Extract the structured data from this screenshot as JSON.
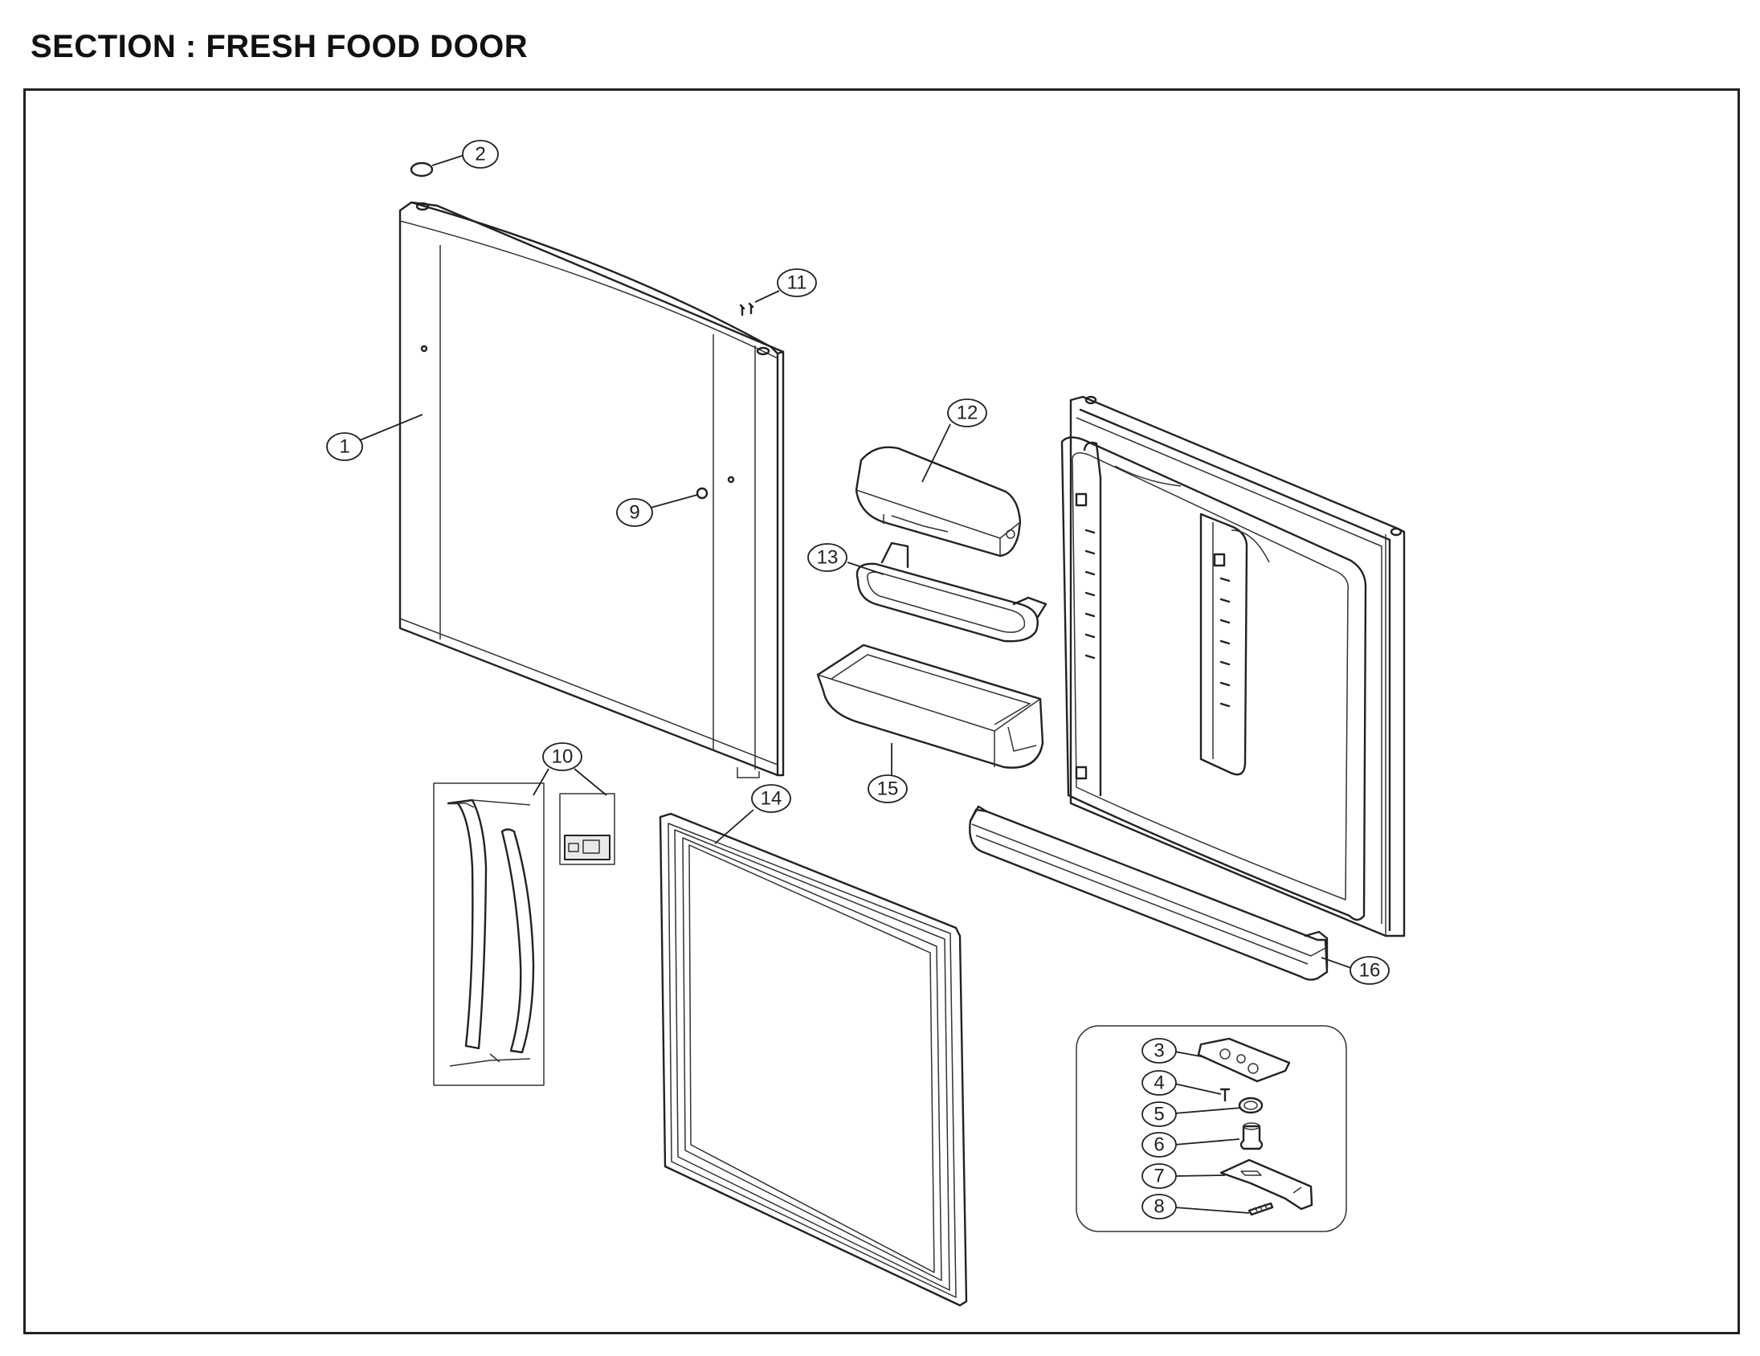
{
  "title": "SECTION : FRESH FOOD DOOR",
  "callouts": [
    "1",
    "2",
    "3",
    "4",
    "5",
    "6",
    "7",
    "8",
    "9",
    "10",
    "11",
    "12",
    "13",
    "14",
    "15",
    "16"
  ]
}
